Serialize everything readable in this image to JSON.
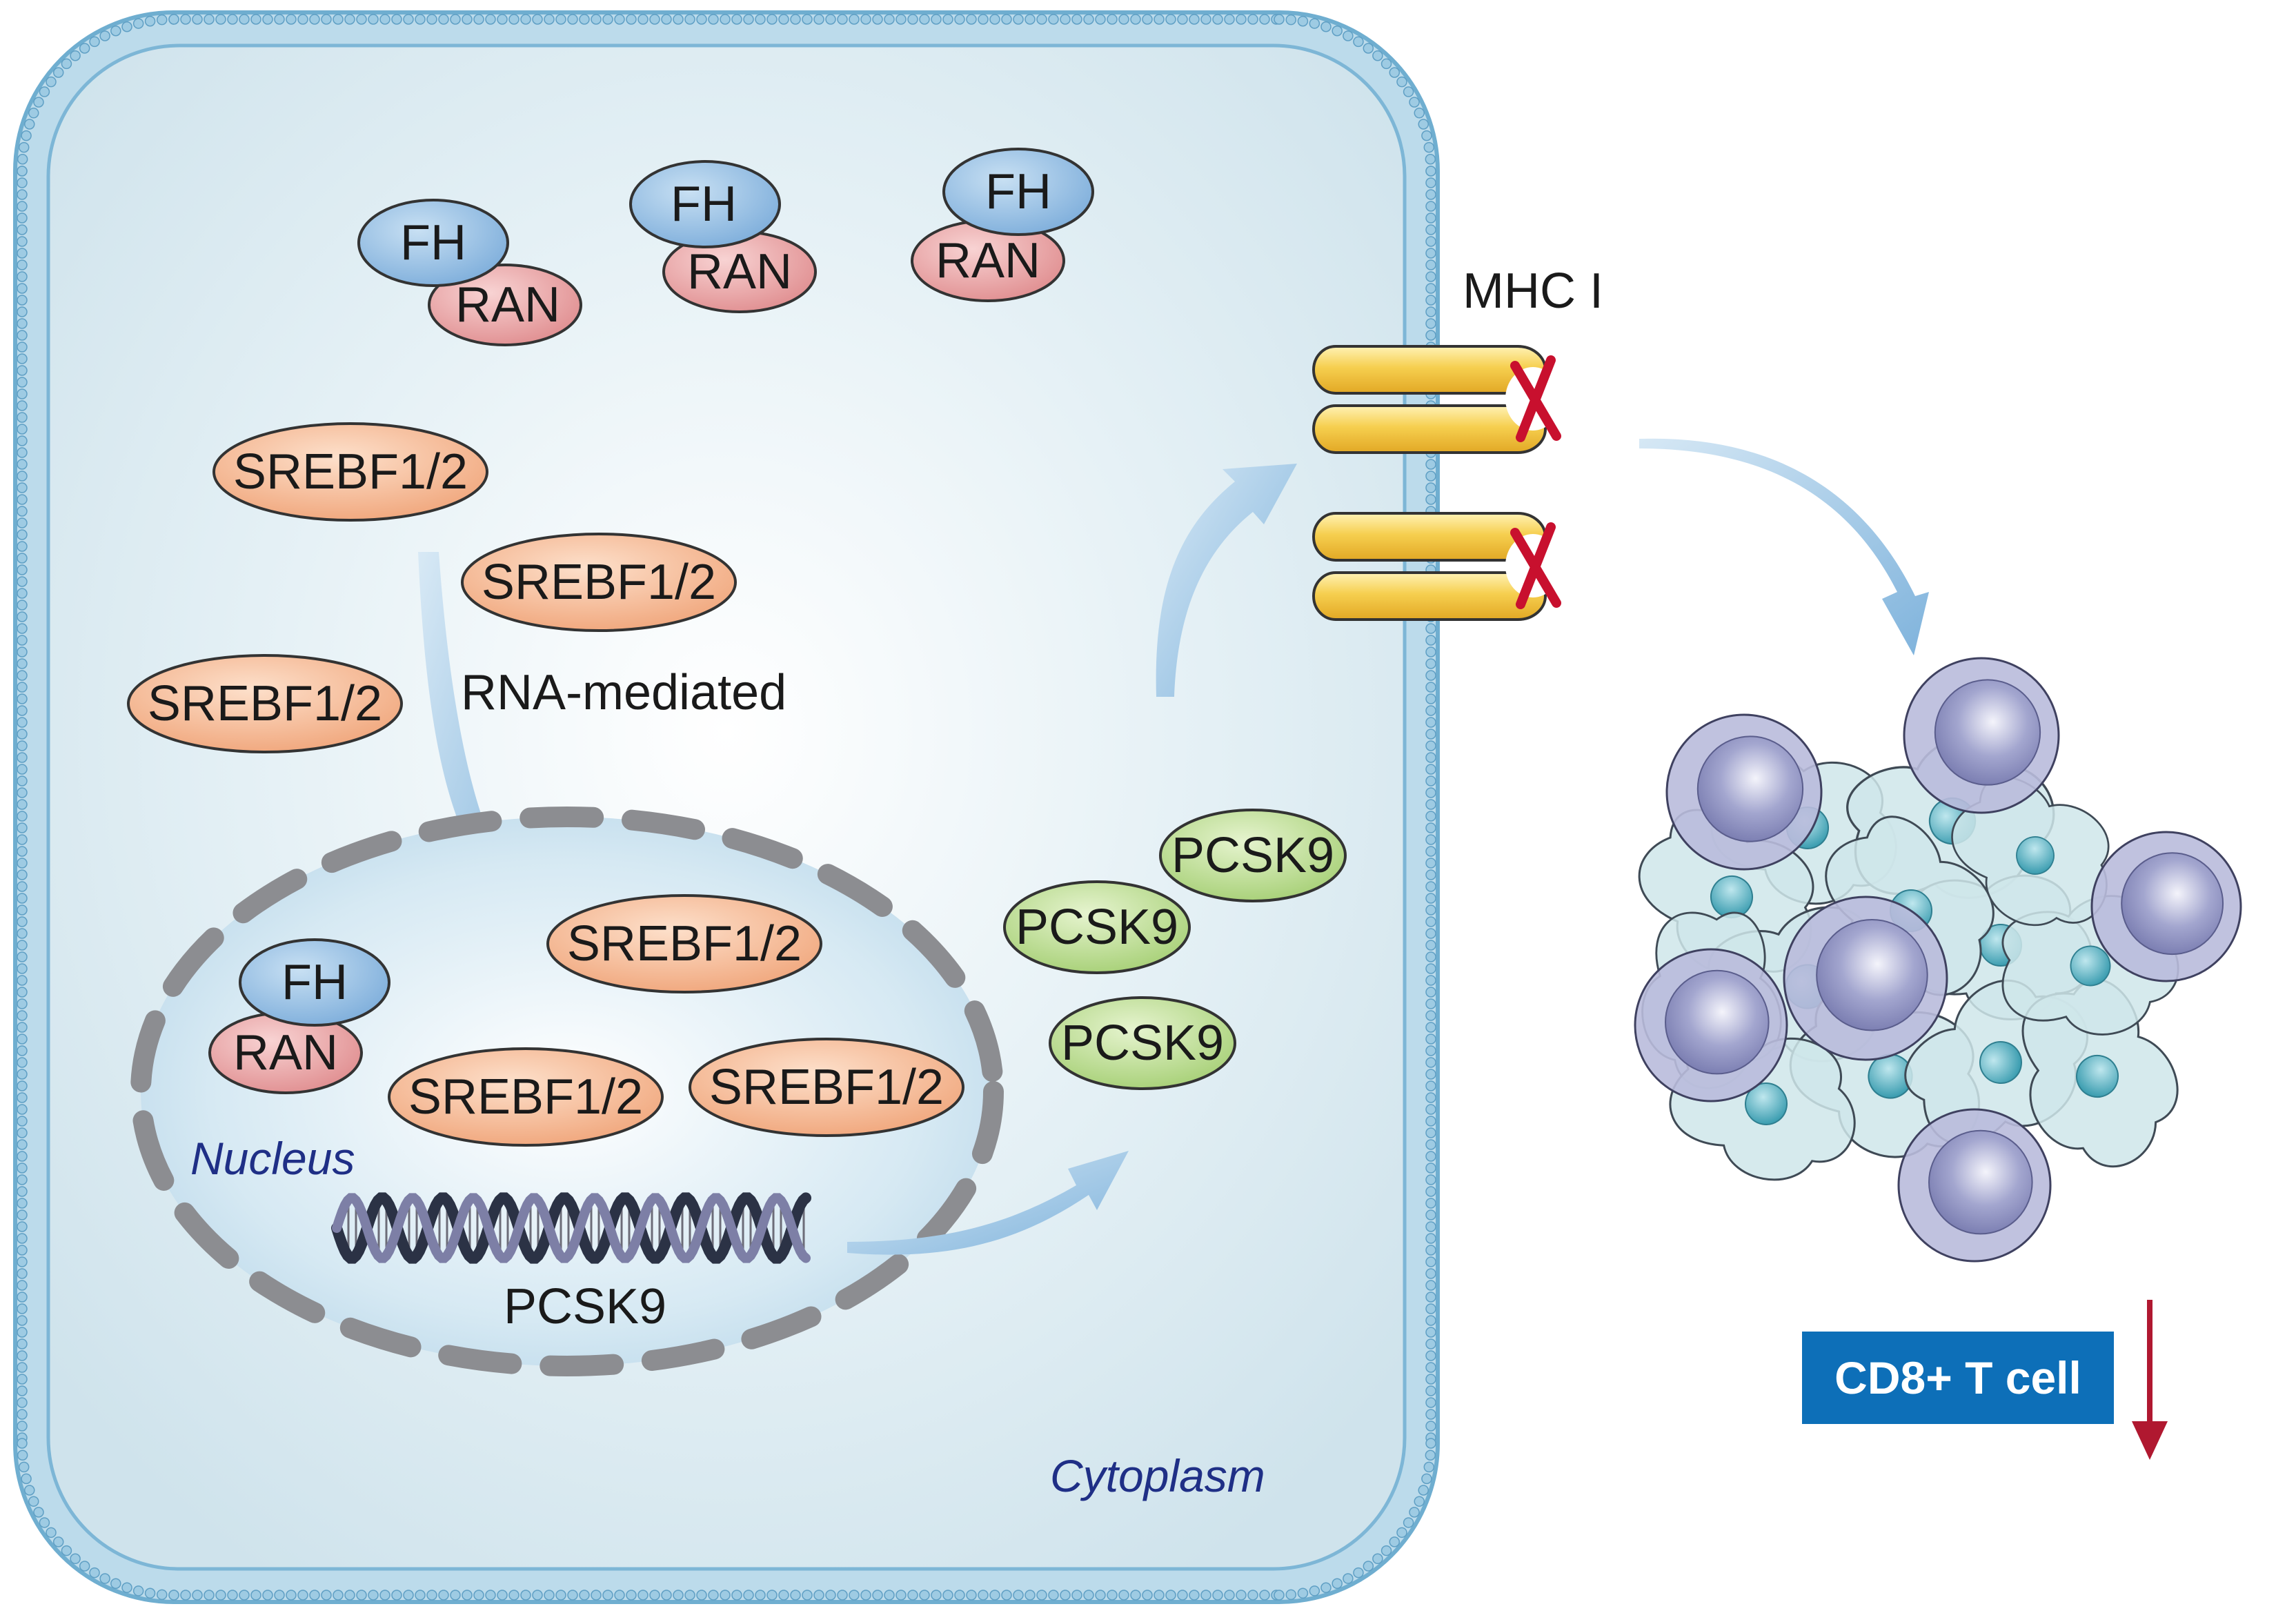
{
  "labels": {
    "fh": "FH",
    "ran": "RAN",
    "srebf": "SREBF1/2",
    "pcsk9": "PCSK9",
    "rna_mediated": "RNA-mediated",
    "nucleus": "Nucleus",
    "cytoplasm": "Cytoplasm",
    "mhc": "MHC I",
    "gene": "PCSK9",
    "badge": "CD8+ T cell",
    "blocked_mark": "X"
  },
  "colors": {
    "cell_fill": "#d9eaf1",
    "membrane": "#8fc2dd",
    "nucleus_fill": "#c7e0ef",
    "nucleus_border": "#8a8c90",
    "fh": "#8db8df",
    "ran": "#e8a0a1",
    "srebf": "#f4b48a",
    "pcsk9": "#b6d88a",
    "mhc": "#f3c84a",
    "arrow": "#8dbde0",
    "blocked": "#c8102e",
    "badge_bg": "#0d6fb8",
    "decrease_arrow": "#b01830",
    "t_cell": "#a8a9cf",
    "tumor_cell": "#cfe6ea",
    "tumor_nucleus": "#5fb5c4"
  },
  "icons": {
    "dna": "dna-double-helix-icon",
    "blocked": "x-mark-icon",
    "decrease": "down-arrow-icon"
  }
}
